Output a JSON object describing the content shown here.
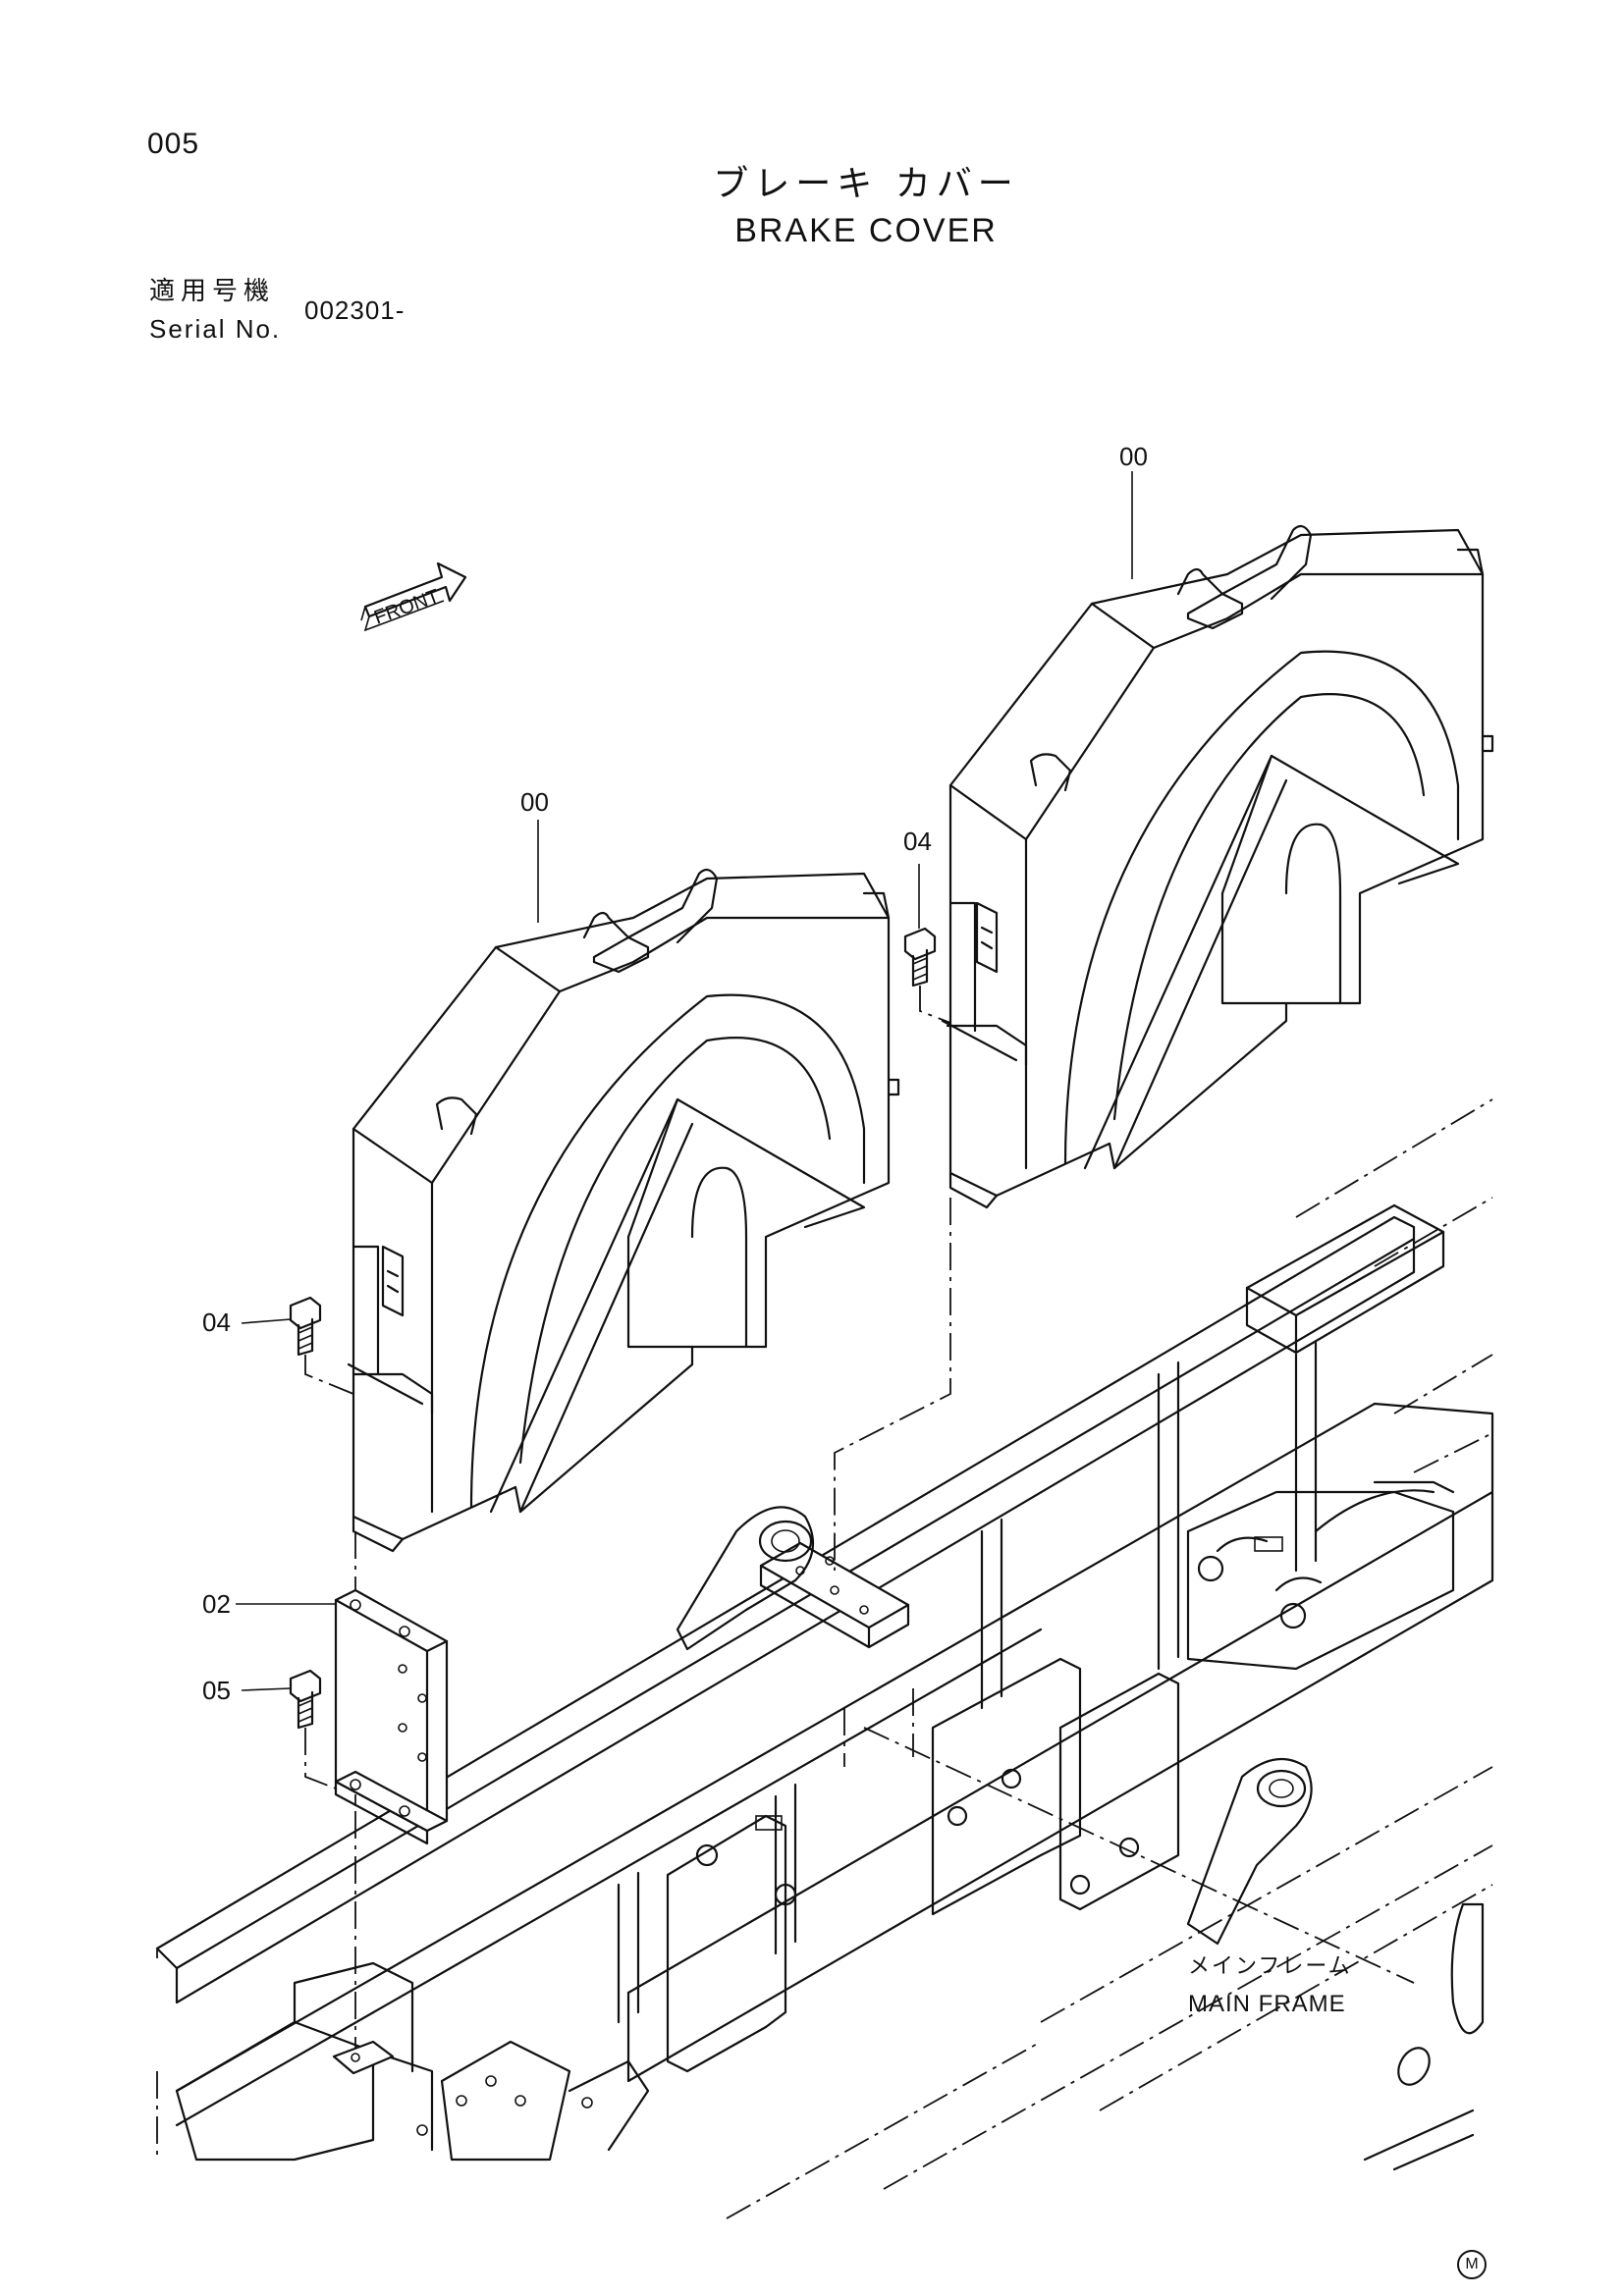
{
  "page": {
    "number": "005",
    "title_jp": "ブレーキ カバー",
    "title_en": "BRAKE COVER"
  },
  "serial": {
    "label_jp": "適用号機",
    "label_en": "Serial No.",
    "value": "002301-"
  },
  "diagram": {
    "front_label": "FRONT",
    "callouts": {
      "cover_left": "00",
      "cover_right": "00",
      "bolt_left": "04",
      "bolt_right": "04",
      "bracket": "02",
      "bolt_bracket": "05"
    },
    "frame_label_jp": "メインフレーム",
    "frame_label_en": "MAIN FRAME",
    "mark": "M"
  }
}
